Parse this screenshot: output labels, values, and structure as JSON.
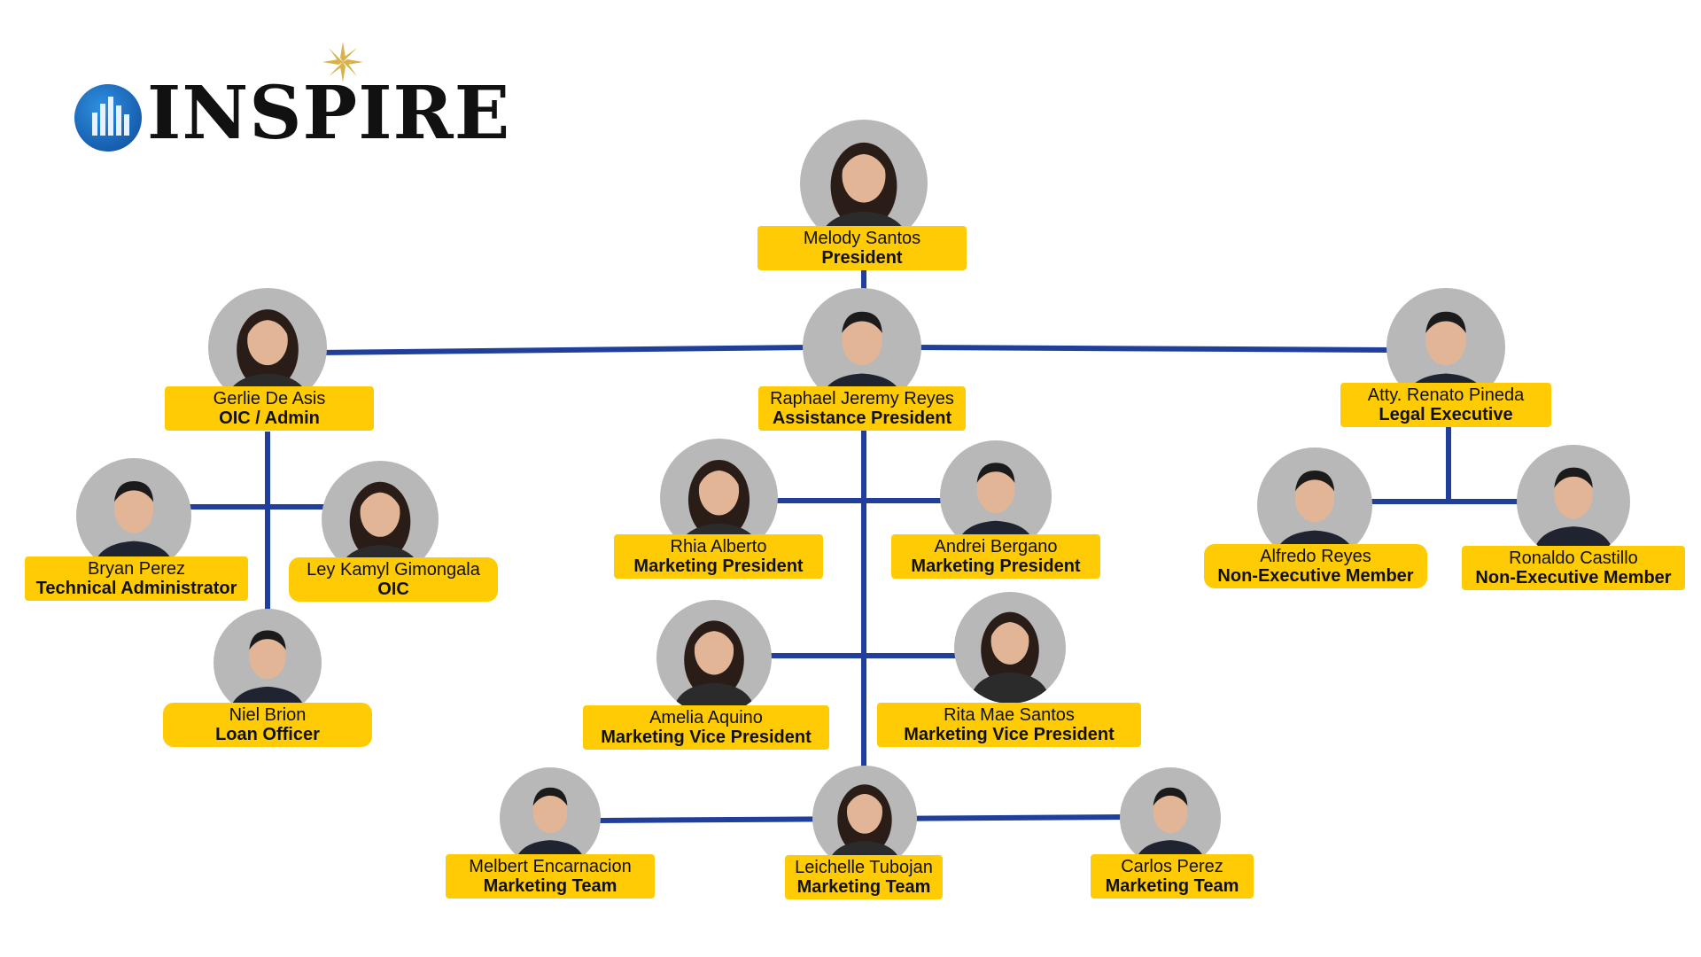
{
  "brand": {
    "name": "INSPIRE",
    "line_color": "#1f3f9a",
    "label_color": "#ffcb05"
  },
  "people": {
    "president": {
      "name": "Melody Santos",
      "role": "President",
      "icon": "female-portrait"
    },
    "assistant_president": {
      "name": "Raphael Jeremy Reyes",
      "role": "Assistance President",
      "icon": "male-portrait"
    },
    "oic_admin": {
      "name": "Gerlie De Asis",
      "role": "OIC / Admin",
      "icon": "female-portrait"
    },
    "legal_executive": {
      "name": "Atty. Renato Pineda",
      "role": "Legal Executive",
      "icon": "male-portrait"
    },
    "technical_admin": {
      "name": "Bryan Perez",
      "role": "Technical Administrator",
      "icon": "male-portrait"
    },
    "oic": {
      "name": "Ley Kamyl Gimongala",
      "role": "OIC",
      "icon": "female-portrait"
    },
    "loan_officer": {
      "name": "Niel Brion",
      "role": "Loan Officer",
      "icon": "male-portrait"
    },
    "marketing_president_1": {
      "name": "Rhia Alberto",
      "role": "Marketing President",
      "icon": "female-portrait"
    },
    "marketing_president_2": {
      "name": "Andrei Bergano",
      "role": "Marketing President",
      "icon": "male-portrait"
    },
    "marketing_vp_1": {
      "name": "Amelia Aquino",
      "role": "Marketing Vice President",
      "icon": "female-portrait"
    },
    "marketing_vp_2": {
      "name": "Rita Mae Santos",
      "role": "Marketing Vice  President",
      "icon": "female-portrait"
    },
    "non_exec_1": {
      "name": "Alfredo Reyes",
      "role": "Non-Executive Member",
      "icon": "male-portrait"
    },
    "non_exec_2": {
      "name": "Ronaldo Castillo",
      "role": "Non-Executive Member",
      "icon": "male-portrait"
    },
    "team_1": {
      "name": "Melbert Encarnacion",
      "role": "Marketing Team",
      "icon": "male-portrait"
    },
    "team_2": {
      "name": "Leichelle Tubojan",
      "role": "Marketing Team",
      "icon": "female-portrait"
    },
    "team_3": {
      "name": "Carlos Perez",
      "role": "Marketing Team",
      "icon": "male-portrait"
    }
  }
}
